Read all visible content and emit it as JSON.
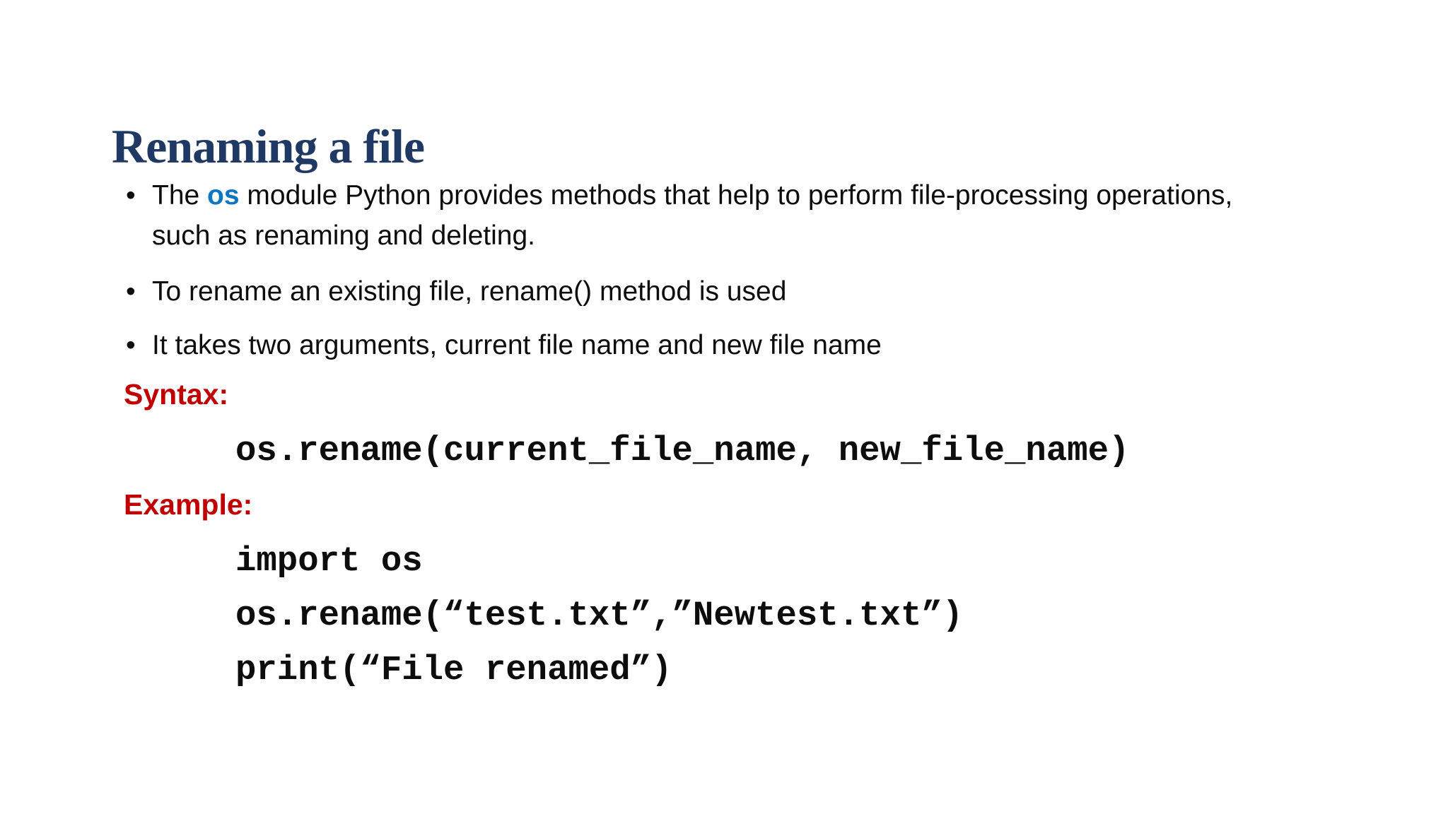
{
  "slide": {
    "title": "Renaming a file",
    "bullets": [
      {
        "pre": "The ",
        "keyword": "os",
        "post": " module Python provides methods that help to perform file-processing operations, such as renaming and deleting."
      },
      {
        "text": "To rename an existing file, rename() method is used"
      },
      {
        "text": "It takes two arguments, current file name and new file name"
      }
    ],
    "syntax": {
      "label": "Syntax:",
      "code": "os.rename(current_file_name, new_file_name)"
    },
    "example": {
      "label": "Example:",
      "code_lines": [
        "import os",
        "os.rename(“test.txt”,”Newtest.txt”)",
        "print(“File renamed”)"
      ]
    },
    "colors": {
      "title": "#1f3864",
      "keyword_blue": "#0b76c4",
      "label_red": "#c00000",
      "body_text": "#0d0d0d",
      "background": "#ffffff"
    }
  }
}
